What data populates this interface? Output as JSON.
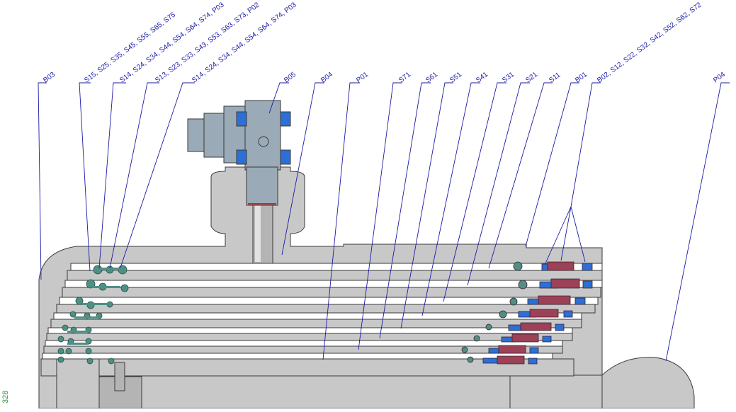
{
  "figure_number": "328",
  "labels": [
    {
      "key": "B03",
      "text": "B03"
    },
    {
      "key": "S15",
      "text": "S15, S25, S35, S45, S55, S65, S75"
    },
    {
      "key": "S14a",
      "text": "S14, S24, S34, S44, S54, S64, S74, P03"
    },
    {
      "key": "S13",
      "text": "S13, S23, S33, S43, S53, S63, S73, P02"
    },
    {
      "key": "S14b",
      "text": "S14, S24, S34, S44, S54, S64, S74, P03"
    },
    {
      "key": "B05",
      "text": "B05"
    },
    {
      "key": "B04",
      "text": "B04"
    },
    {
      "key": "P01",
      "text": "P01"
    },
    {
      "key": "S71",
      "text": "S71"
    },
    {
      "key": "S61",
      "text": "S61"
    },
    {
      "key": "S51",
      "text": "S51"
    },
    {
      "key": "S41",
      "text": "S41"
    },
    {
      "key": "S31",
      "text": "S31"
    },
    {
      "key": "S21",
      "text": "S21"
    },
    {
      "key": "S11",
      "text": "S11"
    },
    {
      "key": "B01",
      "text": "B01"
    },
    {
      "key": "B02",
      "text": "B02, S12, S22, S32, S42, S52, S62, S72"
    },
    {
      "key": "P04",
      "text": "P04"
    }
  ],
  "colors": {
    "body_fill": "#c8c8c8",
    "body_stroke": "#3a3a3a",
    "callout": "#1a1aa8",
    "ring_seal": "#4f8f84",
    "seal_red": "#9c4156",
    "seal_blue": "#2c6fd6",
    "fitting": "#9aaab6",
    "figure_number": "#2e9a3c"
  }
}
